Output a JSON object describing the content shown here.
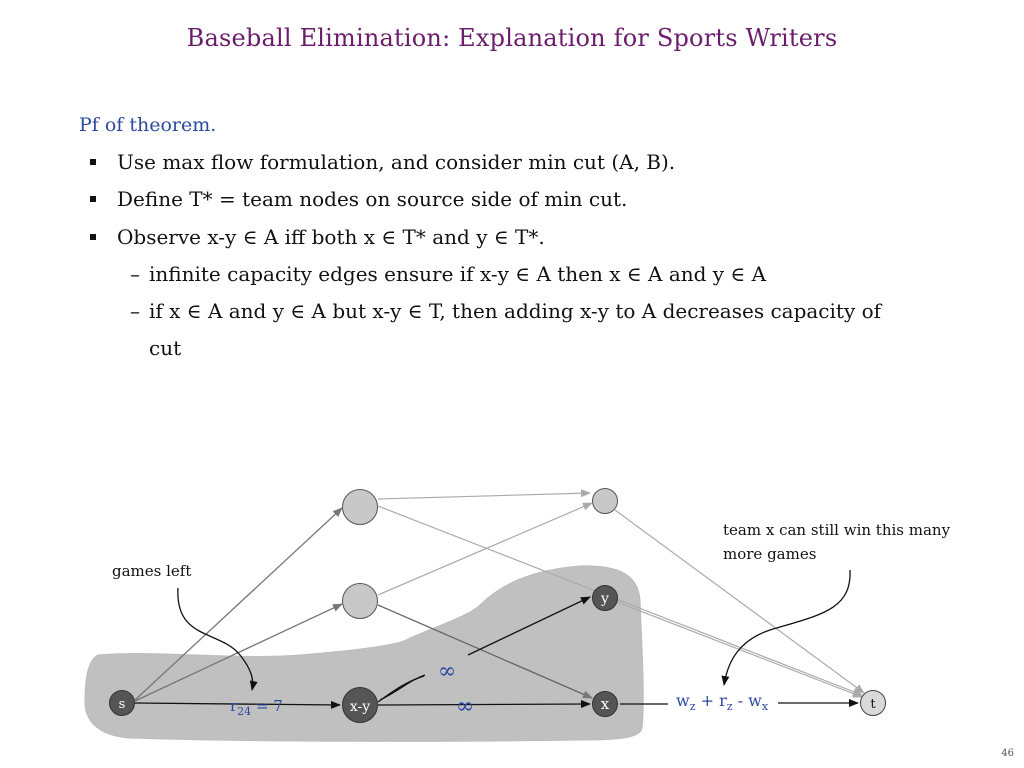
{
  "slide": {
    "title": "Baseball Elimination:  Explanation for Sports Writers",
    "subhead": "Pf of theorem.",
    "page_number": "46"
  },
  "bullets": [
    "Use max flow formulation, and consider min cut (A, B).",
    "Define T* = team nodes on source side of min cut.",
    "Observe x-y ∈ A iff both x ∈ T* and y ∈ T*."
  ],
  "sub_bullets": [
    "infinite capacity edges ensure if x-y ∈ A then x ∈ A and y ∈ A",
    "if x ∈ A and y ∈ A but x-y ∈ T, then adding x-y to A decreases capacity of"
  ],
  "sub_bullet_continuation": "cut",
  "diagram": {
    "nodes": {
      "s": "s",
      "xy": "x-y",
      "x": "x",
      "y": "y",
      "t": "t"
    },
    "edge_labels": {
      "r_main": "r",
      "r_sub": "24",
      "r_value": " = 7",
      "inf_upper": "∞",
      "inf_lower": "∞",
      "w_z": "w",
      "w_z_sub": "z",
      "plus": " + ",
      "r_z": "r",
      "r_z_sub": "z",
      "minus": " - ",
      "w_x": "w",
      "w_x_sub": "x"
    },
    "annotations": {
      "games_left": "games left",
      "team_x_line1": "team x can still win this many",
      "team_x_line2": "more games"
    },
    "colors": {
      "title": "#6b1d6b",
      "subhead": "#2c4aa0",
      "edge_label_blue": "#2c4aa0",
      "cut_region": "#bfbfbf",
      "node_gray": "#c8c8c8",
      "node_dark": "#555555"
    }
  }
}
